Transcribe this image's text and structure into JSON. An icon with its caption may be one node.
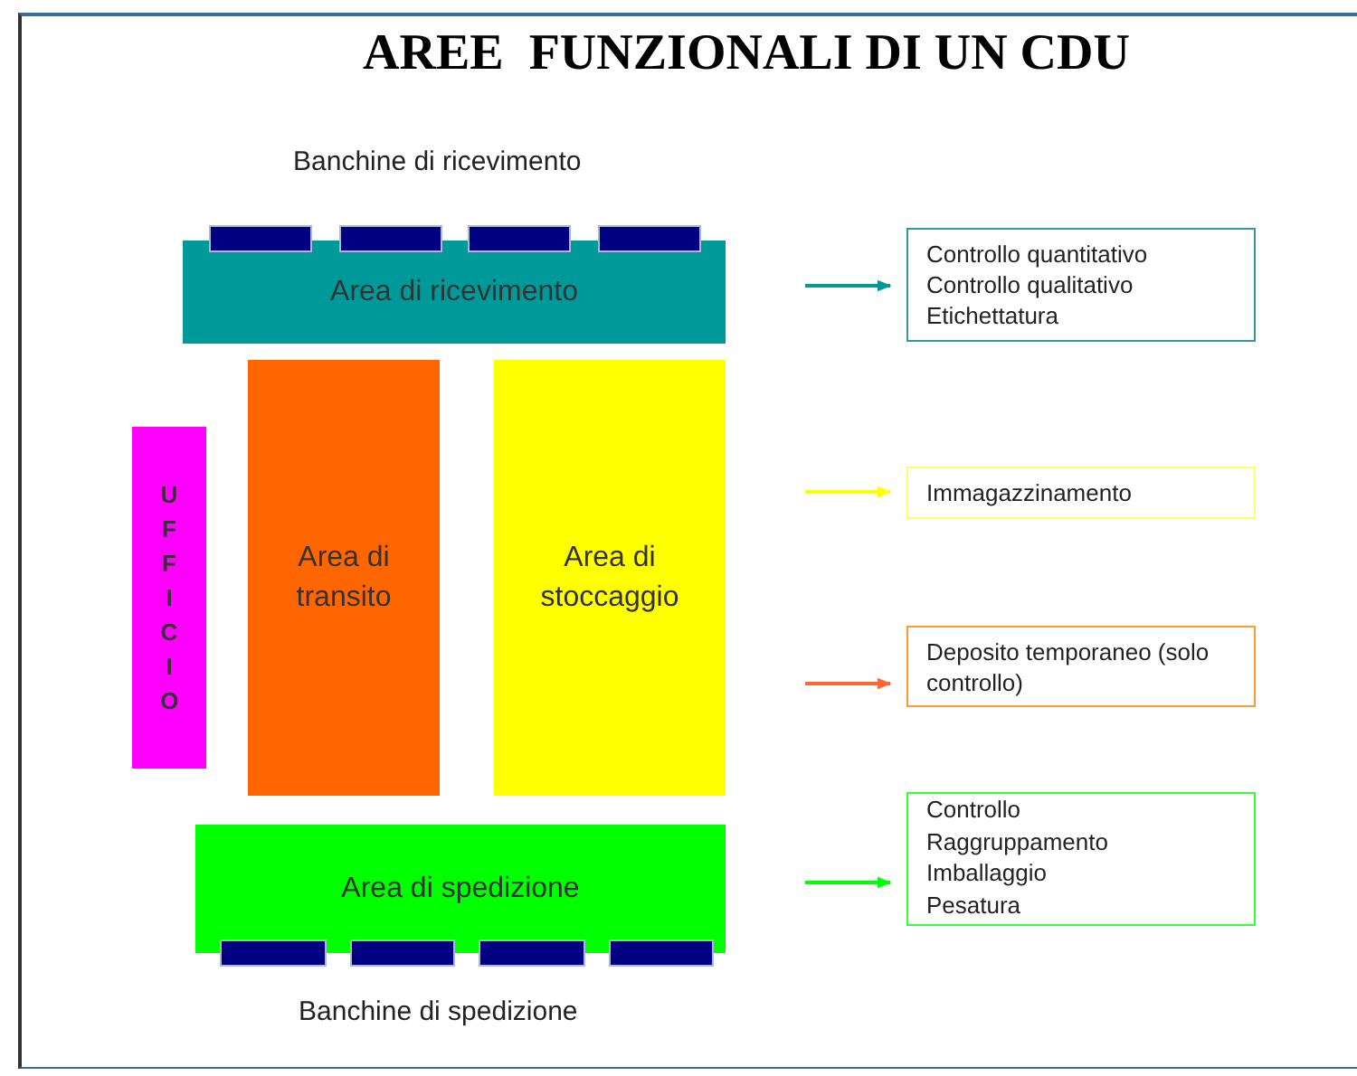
{
  "diagram": {
    "title": "AREE  FUNZIONALI DI UN CDU",
    "nodes": [
      {
        "text": [
          "Area di ricevimento"
        ]
      },
      {
        "text": [
          "Area di transito"
        ]
      },
      {
        "text": [
          "Area di stoccaggio"
        ]
      },
      {
        "text": [
          "UFFICIO"
        ]
      },
      {
        "text": [
          "Area di spedizione"
        ]
      },
      {
        "text": [
          "Controllo quantitativo",
          "Controllo qualitativo",
          "Etichettatura"
        ]
      },
      {
        "text": [
          "Immagazzinamento"
        ]
      },
      {
        "text": [
          "Deposito temporaneo (solo controllo)"
        ]
      },
      {
        "text": [
          "Controllo",
          "Raggruppamento",
          "Imballaggio",
          "Pesatura"
        ]
      }
    ],
    "edges": [
      {
        "from": null,
        "to": 5,
        "arrow": "to",
        "color": "#009999"
      },
      {
        "from": null,
        "to": 6,
        "arrow": "to",
        "color": "#ffff00"
      },
      {
        "from": null,
        "to": 7,
        "arrow": "to",
        "color": "#ff6633"
      },
      {
        "from": null,
        "to": 8,
        "arrow": "to",
        "color": "#00ff00"
      }
    ],
    "labels": [
      "Banchine di ricevimento",
      "Banchine di spedizione"
    ]
  }
}
